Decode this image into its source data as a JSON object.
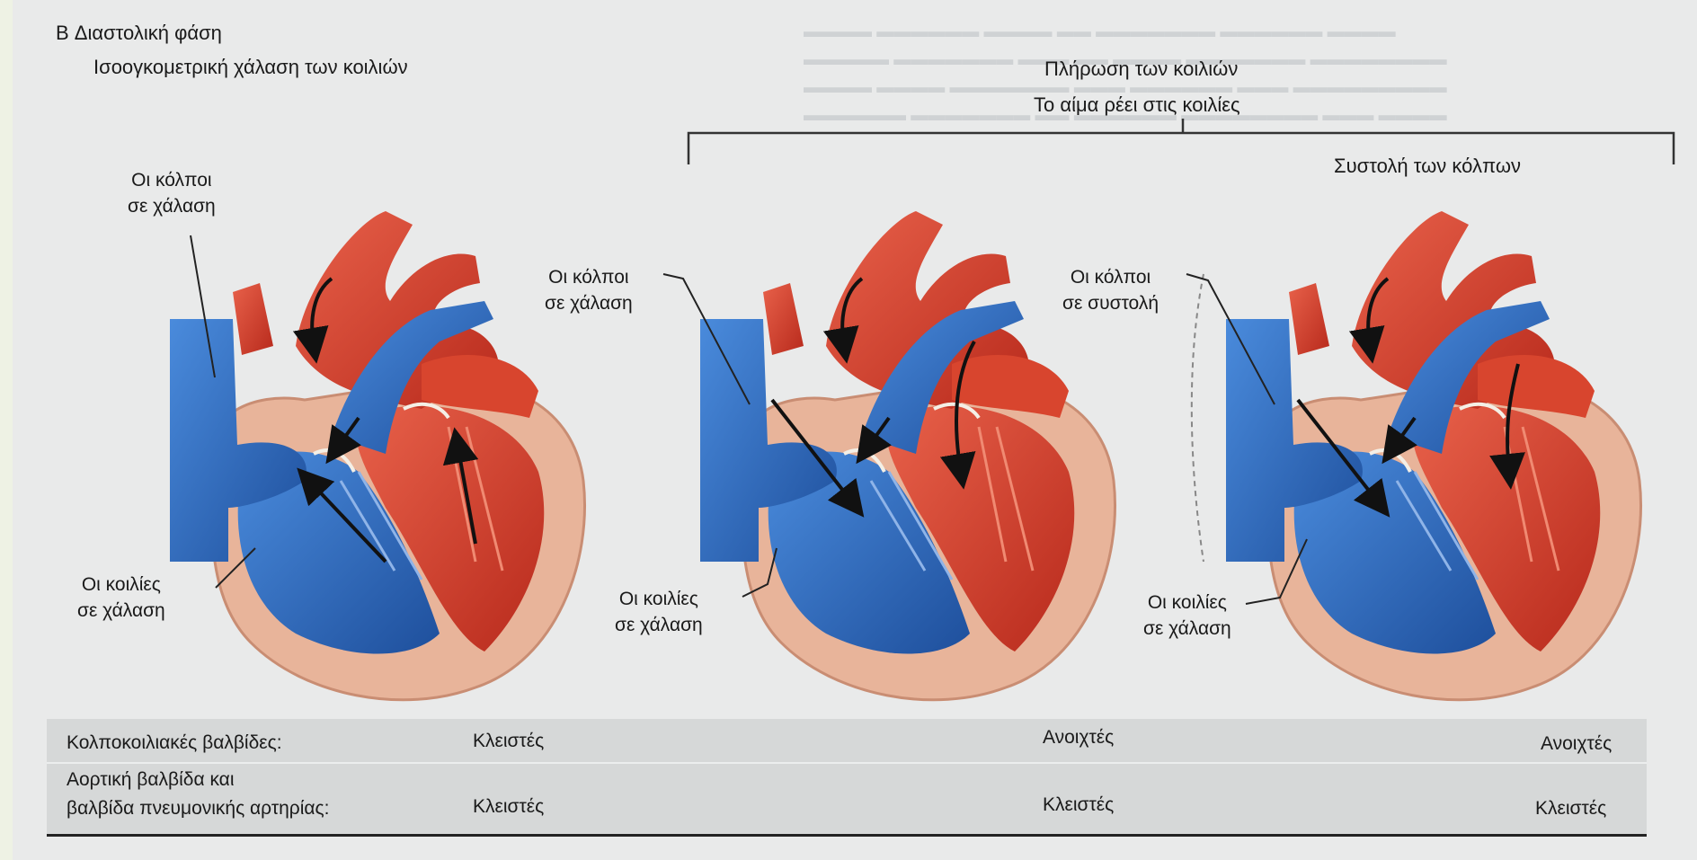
{
  "header": {
    "section": "B  Διαστολική φάση",
    "left_title": "Ισοογκομετρική χάλαση των κοιλιών",
    "right_title": "Πλήρωση των κοιλιών",
    "right_subtitle": "Το αίμα ρέει στις κοιλίες",
    "atrial_systole": "Συστολή των κόλπων"
  },
  "panels": [
    {
      "atria_line1": "Οι κόλποι",
      "atria_line2": "σε χάλαση",
      "vent_line1": "Οι κοιλίες",
      "vent_line2": "σε χάλαση"
    },
    {
      "atria_line1": "Οι κόλποι",
      "atria_line2": "σε χάλαση",
      "vent_line1": "Οι κοιλίες",
      "vent_line2": "σε χάλαση"
    },
    {
      "atria_line1": "Οι κόλποι",
      "atria_line2": "σε συστολή",
      "vent_line1": "Οι κοιλίες",
      "vent_line2": "σε χάλαση"
    }
  ],
  "table": {
    "rows": [
      {
        "label_line1": "Κολποκοιλιακές βαλβίδες:",
        "label_line2": "",
        "values": [
          "Κλειστές",
          "Ανοιχτές",
          "Ανοιχτές"
        ]
      },
      {
        "label_line1": "Αορτική βαλβίδα και",
        "label_line2": "βαλβίδα πνευμονικής αρτηρίας:",
        "values": [
          "Κλειστές",
          "Κλειστές",
          "Κλειστές"
        ]
      }
    ]
  },
  "colors": {
    "artery_red": "#d8452e",
    "vein_blue": "#2f6fc0",
    "myocardium": "#e8b49a",
    "table_bg": "#d6d8d8"
  },
  "icons": [
    "heart-diagram-icon",
    "flow-arrow-icon"
  ]
}
